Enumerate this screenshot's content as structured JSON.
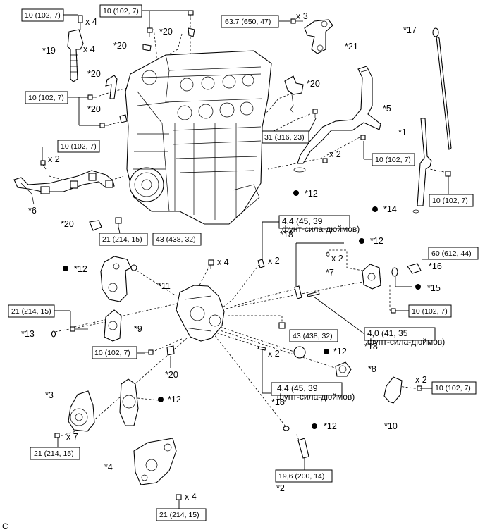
{
  "figure_code": "C",
  "torque_values": {
    "t_top_left": "10 (102, 7)",
    "t_top_center": "10 (102, 7)",
    "t_21": "63.7 (650, 47)",
    "t_intake_bolts": "10 (102, 7)",
    "t_5": "31 (316, 23)",
    "t_6": "10 (102, 7)",
    "t_5b": "10 (102, 7)",
    "t_1": "10 (102, 7)",
    "t_20_sensor": "21 (214, 15)",
    "t_11": "43 (438, 32)",
    "t_18a_line1": "4,4 (45, 39",
    "t_18a_line2": "фунт-сила-дюймов)",
    "t_16": "60 (612, 44)",
    "t_9": "21 (214, 15)",
    "t_7": "10 (102, 7)",
    "t_mid_right": "43 (438, 32)",
    "t_18b_line1": "4,0 (41, 35",
    "t_18b_line2": "фунт-сила-дюймов)",
    "t_20_bracket": "10 (102, 7)",
    "t_18c_line1": "4,4 (45, 39",
    "t_18c_line2": "фунт-сила-дюймов)",
    "t_10": "10 (102, 7)",
    "t_3": "21 (214, 15)",
    "t_2": "19,6 (200, 14)",
    "t_4": "21 (214, 15)"
  },
  "callouts": {
    "c1": "*1",
    "c2": "*2",
    "c3": "*3",
    "c4": "*4",
    "c5": "*5",
    "c6": "*6",
    "c7": "*7",
    "c8": "*8",
    "c9": "*9",
    "c10": "*10",
    "c11": "*11",
    "c12": "*12",
    "c13": "*13",
    "c14": "*14",
    "c15": "*15",
    "c16": "*16",
    "c17": "*17",
    "c18": "*18",
    "c19": "*19",
    "c20": "*20",
    "c21": "*21"
  },
  "quantities": {
    "x2": "x 2",
    "x3": "x 3",
    "x4": "x 4",
    "x7": "x 7"
  }
}
